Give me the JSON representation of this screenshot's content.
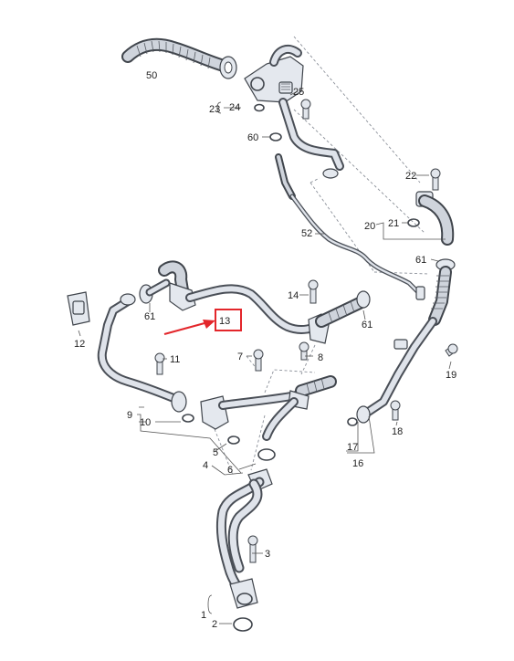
{
  "callouts": {
    "c1": "1",
    "c2": "2",
    "c3": "3",
    "c4": "4",
    "c5": "5",
    "c6": "6",
    "c7": "7",
    "c8": "8",
    "c9": "9",
    "c10": "10",
    "c11": "11",
    "c12": "12",
    "c13": "13",
    "c14": "14",
    "c16": "16",
    "c17": "17",
    "c18": "18",
    "c19": "19",
    "c20": "20",
    "c21": "21",
    "c22": "22",
    "c23": "23",
    "c24": "24",
    "c25": "25",
    "c50": "50",
    "c52": "52",
    "c60": "60",
    "c61": "61"
  },
  "highlight": {
    "target": "13",
    "color": "#e3262b"
  },
  "colors": {
    "line": "#4a4f57",
    "fill": "#e4e8ee",
    "text": "#222222"
  }
}
